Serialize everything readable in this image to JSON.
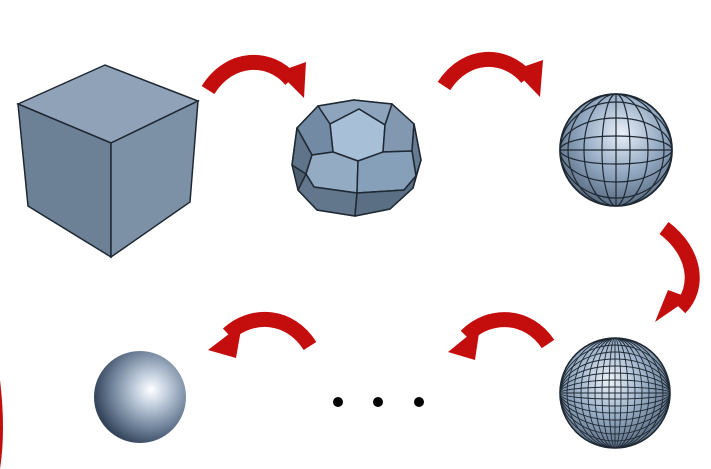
{
  "diagram": {
    "colors": {
      "mesh_face": "#6f8297",
      "mesh_face_light": "#a9bfd8",
      "mesh_face_dark": "#56677a",
      "edge": "#1e2833",
      "arrow": "#c40d0d",
      "arrow_dark": "#8f0808",
      "sphere_highlight": "#ffffff",
      "sphere_shadow": "#3b4c60",
      "dots": "#000000",
      "background": "#ffffff"
    },
    "stages": [
      {
        "id": "cube",
        "shape": "cube"
      },
      {
        "id": "subdivision-1",
        "shape": "rounded-polyhedron"
      },
      {
        "id": "subdivision-2",
        "shape": "faceted-sphere"
      },
      {
        "id": "subdivision-3",
        "shape": "dense-mesh-sphere"
      },
      {
        "id": "ellipsis",
        "shape": "three-dots"
      },
      {
        "id": "smooth-sphere",
        "shape": "smooth-sphere"
      }
    ],
    "arrows": [
      {
        "id": "arrow-1",
        "from": "cube",
        "to": "subdivision-1"
      },
      {
        "id": "arrow-2",
        "from": "subdivision-1",
        "to": "subdivision-2"
      },
      {
        "id": "arrow-3",
        "from": "subdivision-2",
        "to": "subdivision-3"
      },
      {
        "id": "arrow-4",
        "from": "subdivision-3",
        "to": "ellipsis"
      },
      {
        "id": "arrow-5",
        "from": "ellipsis",
        "to": "smooth-sphere"
      }
    ]
  }
}
